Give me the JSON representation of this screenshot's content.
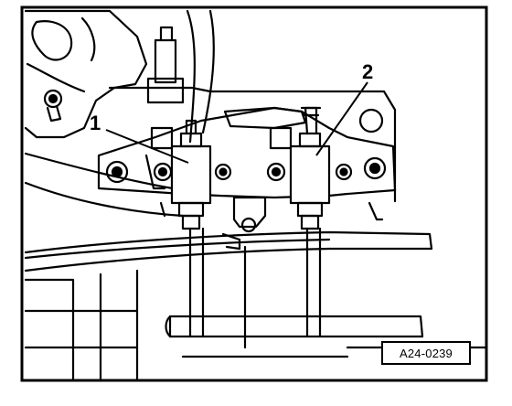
{
  "figure": {
    "reference_code": "A24-0239",
    "callouts": [
      {
        "label": "1"
      },
      {
        "label": "2"
      }
    ]
  }
}
